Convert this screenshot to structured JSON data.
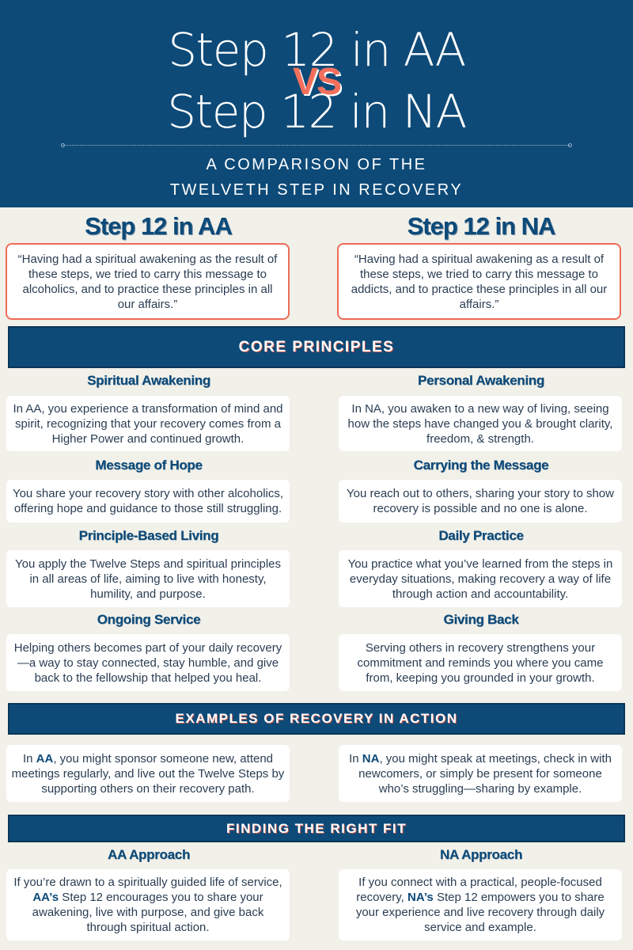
{
  "header": {
    "title_line1": "Step 12 in AA",
    "vs": "VS",
    "title_line2": "Step 12 in NA",
    "subtitle_line1": "A COMPARISON OF THE",
    "subtitle_line2": "TWELVETH STEP IN RECOVERY"
  },
  "columns": {
    "aa": {
      "heading": "Step 12 in AA",
      "quote": "“Having had a spiritual awakening as the result of these steps, we tried to carry this message to alcoholics, and to practice these principles in all our affairs.”"
    },
    "na": {
      "heading": "Step 12 in NA",
      "quote": "“Having had a spiritual awakening as a result of these steps, we tried to carry this message to addicts, and to practice these principles in all our affairs.”"
    }
  },
  "core_principles": {
    "title": "CORE PRINCIPLES",
    "aa": [
      {
        "label": "Spiritual Awakening",
        "text": "In AA, you experience a transformation of mind and spirit, recognizing that your recovery comes from a Higher Power and continued growth."
      },
      {
        "label": "Message of Hope",
        "text": "You share your recovery story with other alcoholics, offering hope and guidance to those still struggling."
      },
      {
        "label": "Principle-Based Living",
        "text": "You apply the Twelve Steps and spiritual principles in all areas of life, aiming to live with honesty, humility, and purpose."
      },
      {
        "label": "Ongoing Service",
        "text": "Helping others becomes part of your daily recovery—a way to stay connected, stay humble, and give back to the fellowship that helped you heal."
      }
    ],
    "na": [
      {
        "label": "Personal Awakening",
        "text": "In NA, you awaken to a new way of living, seeing how the steps have changed you & brought clarity, freedom, &  strength."
      },
      {
        "label": "Carrying the Message",
        "text": "You reach out to others, sharing your story to show recovery is possible and no one is alone."
      },
      {
        "label": "Daily Practice",
        "text": "You practice what you’ve learned from the steps in everyday situations, making recovery a way of life through action and accountability."
      },
      {
        "label": "Giving Back",
        "text": "Serving others in recovery strengthens your commitment and reminds you where you came from, keeping you grounded in your growth."
      }
    ]
  },
  "examples": {
    "title": "EXAMPLES OF RECOVERY IN ACTION",
    "aa": {
      "pre": "In ",
      "bold": "AA",
      "post": ", you might sponsor someone new, attend meetings regularly, and live out the Twelve Steps by supporting others on their recovery path."
    },
    "na": {
      "pre": "In ",
      "bold": "NA",
      "post": ", you might speak at meetings, check in with newcomers, or simply be present for someone who’s struggling—sharing by example."
    }
  },
  "fit": {
    "title": "FINDING THE RIGHT FIT",
    "aa": {
      "label": "AA Approach",
      "pre": "If you’re drawn to a spiritually guided life of service, ",
      "bold": "AA’s",
      "post": " Step 12 encourages you to share your awakening, live with purpose, and give back through spiritual action."
    },
    "na": {
      "label": "NA Approach",
      "pre": "If you connect with a practical, people-focused recovery, ",
      "bold": "NA’s",
      "post": " Step 12 empowers you to share your experience and live recovery through daily service and example."
    }
  }
}
